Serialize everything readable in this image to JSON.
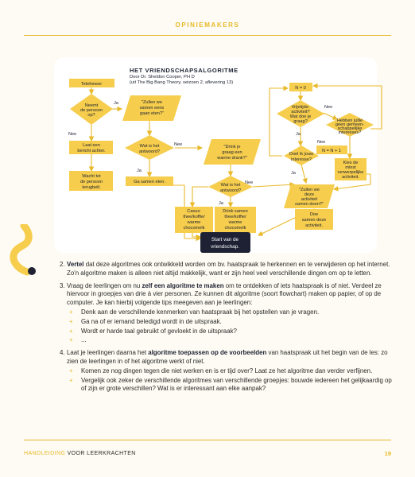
{
  "header": {
    "title": "OPINIEMAKERS"
  },
  "flowchart": {
    "title": "HET VRIENDSCHAPSALGORITME",
    "subtitle1": "Door Dr. Sheldon Cooper, PH D",
    "subtitle2": "(uit The Big Bang Theory, seizoen 2, aflevering 13)",
    "nodes": {
      "telefoneer": "Telefoneer",
      "thuis1": "Neemt",
      "thuis2": "de persoon",
      "thuis3": "op?",
      "zullen1": "\"Zullen we",
      "zullen2": "samen eens",
      "zullen3": "gaan eten?\"",
      "bericht1": "Laat een",
      "bericht2": "bericht achter.",
      "wacht1": "Wacht tot",
      "wacht2": "de persoon",
      "wacht3": "terugbelt.",
      "antw1_1": "Wat is het",
      "antw1_2": "antwoord?",
      "samen": "Ga samen eten.",
      "drink1": "\"Drink je",
      "drink2": "graag een",
      "drink3": "warme drank?\"",
      "antw2_1": "Wat is het",
      "antw2_2": "antwoord?",
      "casus1": "Casus:",
      "casus2": "thee/koffie/",
      "casus3": "warme",
      "casus4": "chocomelk",
      "drinks1": "Drink samen",
      "drinks2": "thee/koffie/",
      "drinks3": "warme",
      "drinks4": "chocomelk",
      "start1": "Start van de",
      "start2": "vriendschap.",
      "n0": "N = 0",
      "vrij1": "Vrijetijds-",
      "vrij2": "activiteit?",
      "vrij3": "Wat doe je",
      "vrij4": "graag?",
      "heb1": "Hebben jullie",
      "heb2": "geen gemeen-",
      "heb3": "schappelijke",
      "heb4": "interesses?",
      "doel1": "Doel ik jouw",
      "doel2": "interesse?",
      "nn1": "N = N + 1",
      "kies1": "Kies de",
      "kies2": "minst",
      "kies3": "verwerpelijke",
      "kies4": "activiteit.",
      "zullen2_1": "\"Zullen we",
      "zullen2_2": "deze",
      "zullen2_3": "activiteit",
      "zullen2_4": "samen doen?\"",
      "doe1": "Doe",
      "doe2": "samen deze",
      "doe3": "activiteit."
    },
    "labels": {
      "ja": "Ja",
      "nee": "Nee"
    }
  },
  "body": {
    "item2": {
      "num": "2.",
      "bold": "Vertel",
      "text": " dat deze algoritmes ook ontwikkeld worden om bv. haatspraak te herkennen en te verwijderen op het internet. Zo'n algoritme maken is alleen niet altijd makkelijk, want er zijn heel veel verschillende dingen om op te letten."
    },
    "item3": {
      "num": "3.",
      "pre": "Vraag de leerlingen om nu ",
      "bold": "zelf een algoritme te maken",
      "post": " om te ontdekken of iets haatspraak is of niet. Verdeel ze hiervoor in groepjes van drie à vier personen. Ze kunnen dit algoritme (soort flowchart) maken op papier, of op de computer. Je kan hierbij volgende tips meegeven aan je leerlingen:",
      "bullets": [
        "Denk aan de verschillende kenmerken van haatspraak bij het opstellen van je vragen.",
        "Ga na of er iemand beledigd wordt in de uitspraak.",
        "Wordt er harde taal gebruikt of gevloekt in de uitspraak?",
        "..."
      ]
    },
    "item4": {
      "num": "4.",
      "pre": "Laat je leerlingen daarna het ",
      "bold": "algoritme toepassen op de voorbeelden",
      "post": " van haatspraak uit het begin van de les: zo zien de leerlingen in of het algoritme werkt of niet.",
      "bullets": [
        "Komen ze nog dingen tegen die niet werken en is er tijd over? Laat ze het algoritme dan verder verfijnen.",
        "Vergelijk ook zeker de verschillende algoritmes van verschillende groepjes: bouwde iedereen het gelijkaardig op of zijn er grote verschillen? Wat is er interessant aan elke aanpak?"
      ]
    },
    "bullet_glyph": "+"
  },
  "footer": {
    "left_accent": "HANDLEIDING",
    "left_rest": " VOOR LEERKRACHTEN",
    "page": "19"
  },
  "colors": {
    "accent": "#e8b92a",
    "node": "#f6cd4c",
    "dark": "#1d2133"
  }
}
